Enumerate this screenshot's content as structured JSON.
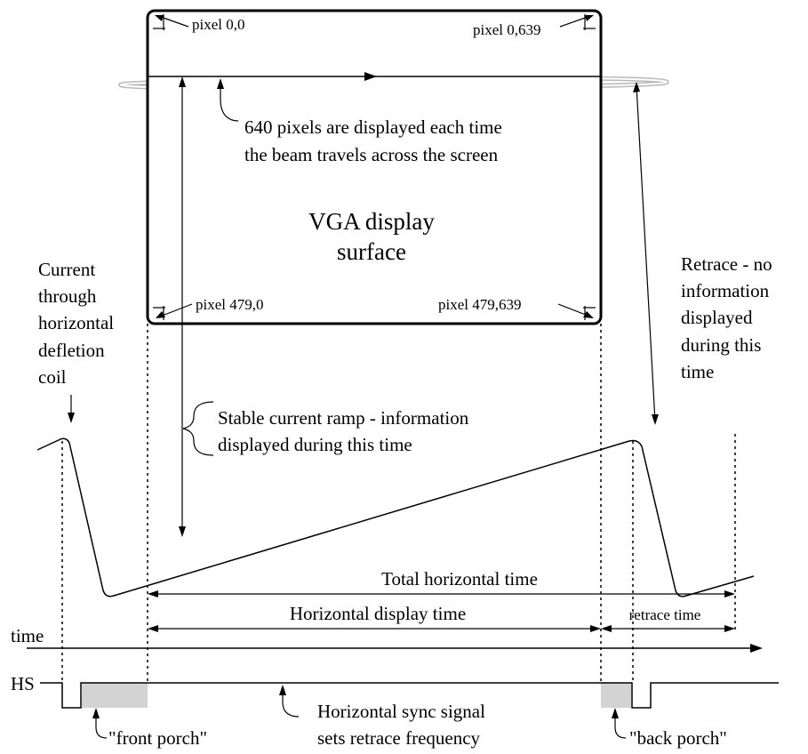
{
  "screen": {
    "title_line1": "VGA display",
    "title_line2": "surface",
    "pixel_top_left": "pixel 0,0",
    "pixel_top_right": "pixel 0,639",
    "pixel_bottom_left": "pixel 479,0",
    "pixel_bottom_right": "pixel 479,639"
  },
  "annotations": {
    "beam_line1": "640 pixels are displayed each time",
    "beam_line2": "the beam travels across the screen",
    "coil_lines": [
      "Current",
      "through",
      "horizontal",
      "defletion",
      "coil"
    ],
    "retrace_lines": [
      "Retrace - no",
      "information",
      "displayed",
      "during this",
      "time"
    ],
    "ramp_line1": "Stable current ramp - information",
    "ramp_line2": "displayed during this time"
  },
  "timing": {
    "total_horizontal": "Total horizontal time",
    "horizontal_display": "Horizontal display time",
    "retrace_time": "retrace time",
    "time_axis": "time"
  },
  "sync": {
    "hs_label": "HS",
    "sync_line1": "Horizontal sync signal",
    "sync_line2": "sets retrace frequency",
    "front_porch": "\"front porch\"",
    "back_porch": "\"back porch\"",
    "porch_color": "#d3d3d3"
  }
}
